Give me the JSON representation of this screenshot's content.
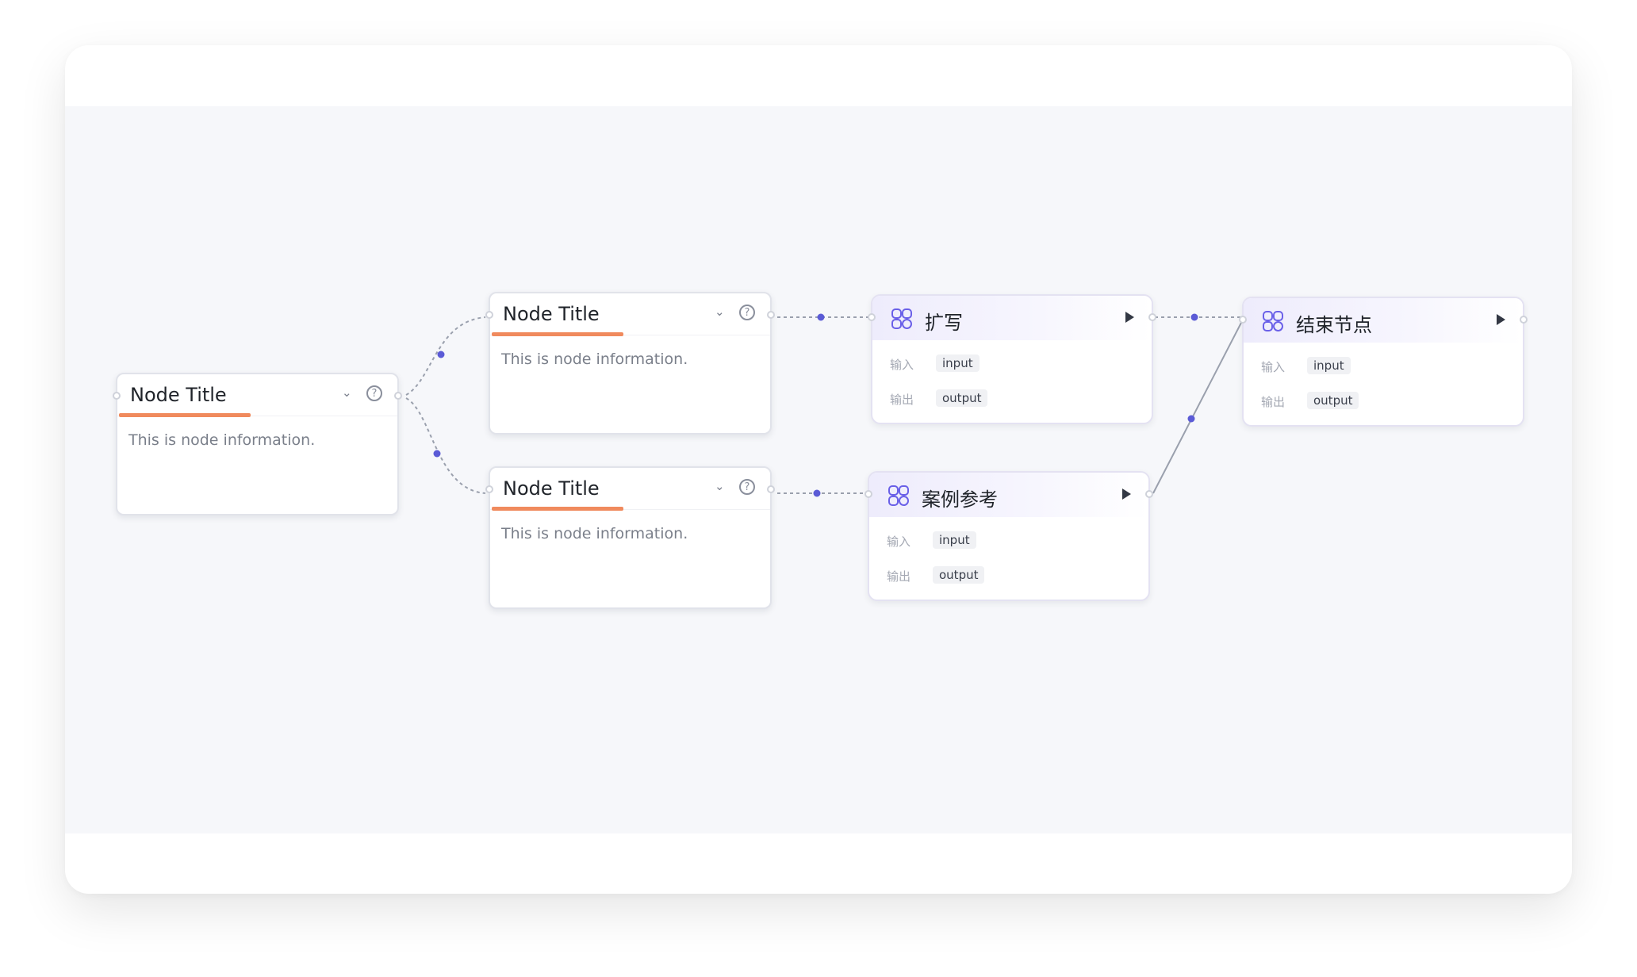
{
  "nodes": {
    "node_a": {
      "title": "Node Title",
      "info": "This is node information."
    },
    "node_b": {
      "title": "Node Title",
      "info": "This is node information."
    },
    "node_c": {
      "title": "Node Title",
      "info": "This is node information."
    }
  },
  "llm_nodes": {
    "expand": {
      "title": "扩写",
      "input_label": "输入",
      "input_value": "input",
      "output_label": "输出",
      "output_value": "output"
    },
    "case_ref": {
      "title": "案例参考",
      "input_label": "输入",
      "input_value": "input",
      "output_label": "输出",
      "output_value": "output"
    },
    "end": {
      "title": "结束节点",
      "input_label": "输入",
      "input_value": "input",
      "output_label": "输出",
      "output_value": "output"
    }
  },
  "icons": {
    "chevron": "chevron-down-icon",
    "help": "help-circle-icon",
    "llm": "model-icon",
    "run": "play-icon",
    "chevron_glyph": "⌄",
    "help_glyph": "?"
  },
  "colors": {
    "accent_orange": "#f08a5d",
    "edge_dot": "#5b5bd6",
    "llm_header": "#eeecfc",
    "canvas_bg": "#f6f7fa"
  }
}
